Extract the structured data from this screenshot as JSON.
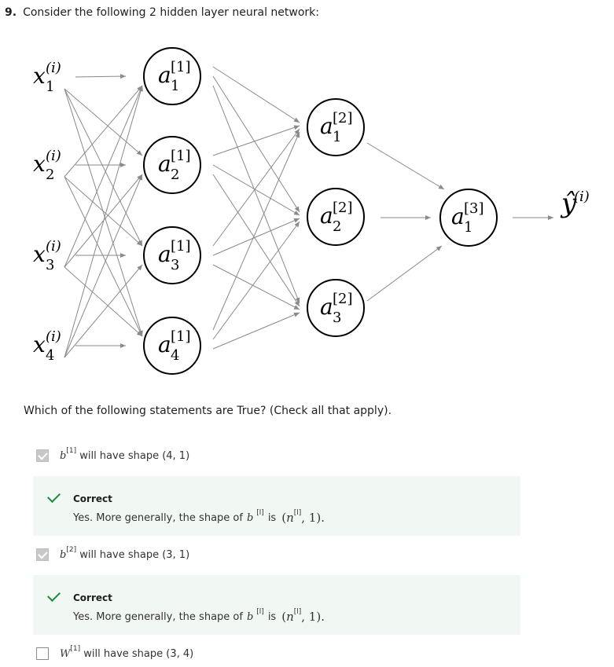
{
  "question": {
    "number": "9.",
    "text": "Consider the following 2 hidden layer neural network:"
  },
  "network": {
    "inputs": [
      {
        "base": "x",
        "sub": "1",
        "sup": "(i)"
      },
      {
        "base": "x",
        "sub": "2",
        "sup": "(i)"
      },
      {
        "base": "x",
        "sub": "3",
        "sup": "(i)"
      },
      {
        "base": "x",
        "sub": "4",
        "sup": "(i)"
      }
    ],
    "layer1": [
      {
        "base": "a",
        "sub": "1",
        "sup": "[1]"
      },
      {
        "base": "a",
        "sub": "2",
        "sup": "[1]"
      },
      {
        "base": "a",
        "sub": "3",
        "sup": "[1]"
      },
      {
        "base": "a",
        "sub": "4",
        "sup": "[1]"
      }
    ],
    "layer2": [
      {
        "base": "a",
        "sub": "1",
        "sup": "[2]"
      },
      {
        "base": "a",
        "sub": "2",
        "sup": "[2]"
      },
      {
        "base": "a",
        "sub": "3",
        "sup": "[2]"
      }
    ],
    "layer3": [
      {
        "base": "a",
        "sub": "1",
        "sup": "[3]"
      }
    ],
    "output": {
      "base": "ŷ",
      "sup": "(i)"
    },
    "line_color": "#8a8a8a",
    "node_stroke": "#000000"
  },
  "prompt": "Which of the following statements are True? (Check all that apply).",
  "options": [
    {
      "var": "b",
      "sup": "[1]",
      "rest": " will have shape (4, 1)",
      "checked": true
    },
    {
      "var": "b",
      "sup": "[2]",
      "rest": " will have shape (3, 1)",
      "checked": true
    },
    {
      "var": "W",
      "sup": "[1]",
      "rest": " will have shape (3, 4)",
      "checked": false
    }
  ],
  "feedback": [
    {
      "title": "Correct",
      "text_pre": "Yes. More generally, the shape of",
      "var": "b",
      "var_sup": "[l]",
      "is": "is",
      "n": "n",
      "n_sup": "[l]",
      "tail": ", 1)."
    },
    {
      "title": "Correct",
      "text_pre": "Yes. More generally, the shape of",
      "var": "b",
      "var_sup": "[l]",
      "is": "is",
      "n": "n",
      "n_sup": "[l]",
      "tail": ", 1)."
    }
  ],
  "colors": {
    "correct_green": "#1a8a3f",
    "feedback_bg": "#f1f7f3",
    "checkbox_checked": "#c8c8c8"
  }
}
